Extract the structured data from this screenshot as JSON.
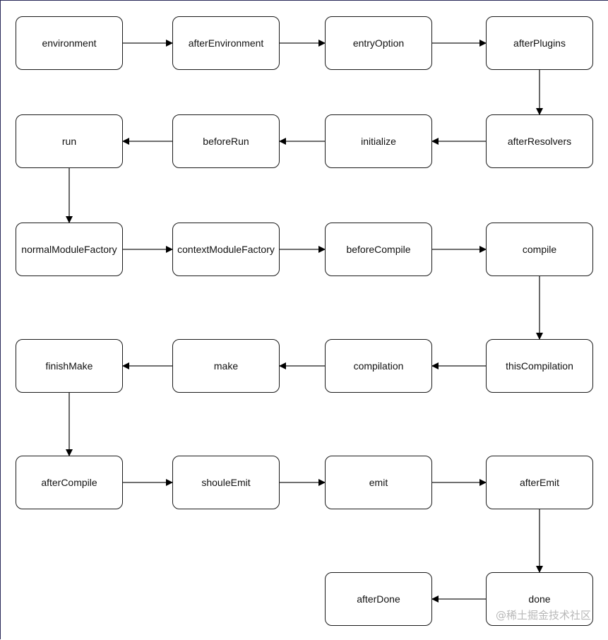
{
  "nodes": [
    {
      "id": "environment",
      "label": "environment"
    },
    {
      "id": "afterEnvironment",
      "label": "afterEnvironment"
    },
    {
      "id": "entryOption",
      "label": "entryOption"
    },
    {
      "id": "afterPlugins",
      "label": "afterPlugins"
    },
    {
      "id": "afterResolvers",
      "label": "afterResolvers"
    },
    {
      "id": "initialize",
      "label": "initialize"
    },
    {
      "id": "beforeRun",
      "label": "beforeRun"
    },
    {
      "id": "run",
      "label": "run"
    },
    {
      "id": "normalModuleFactory",
      "label": "normalModuleFactory"
    },
    {
      "id": "contextModuleFactory",
      "label": "contextModuleFactory"
    },
    {
      "id": "beforeCompile",
      "label": "beforeCompile"
    },
    {
      "id": "compile",
      "label": "compile"
    },
    {
      "id": "thisCompilation",
      "label": "thisCompilation"
    },
    {
      "id": "compilation",
      "label": "compilation"
    },
    {
      "id": "make",
      "label": "make"
    },
    {
      "id": "finishMake",
      "label": "finishMake"
    },
    {
      "id": "afterCompile",
      "label": "afterCompile"
    },
    {
      "id": "shouleEmit",
      "label": "shouleEmit"
    },
    {
      "id": "emit",
      "label": "emit"
    },
    {
      "id": "afterEmit",
      "label": "afterEmit"
    },
    {
      "id": "done",
      "label": "done"
    },
    {
      "id": "afterDone",
      "label": "afterDone"
    }
  ],
  "edges": [
    [
      "environment",
      "afterEnvironment"
    ],
    [
      "afterEnvironment",
      "entryOption"
    ],
    [
      "entryOption",
      "afterPlugins"
    ],
    [
      "afterPlugins",
      "afterResolvers"
    ],
    [
      "afterResolvers",
      "initialize"
    ],
    [
      "initialize",
      "beforeRun"
    ],
    [
      "beforeRun",
      "run"
    ],
    [
      "run",
      "normalModuleFactory"
    ],
    [
      "normalModuleFactory",
      "contextModuleFactory"
    ],
    [
      "contextModuleFactory",
      "beforeCompile"
    ],
    [
      "beforeCompile",
      "compile"
    ],
    [
      "compile",
      "thisCompilation"
    ],
    [
      "thisCompilation",
      "compilation"
    ],
    [
      "compilation",
      "make"
    ],
    [
      "make",
      "finishMake"
    ],
    [
      "finishMake",
      "afterCompile"
    ],
    [
      "afterCompile",
      "shouleEmit"
    ],
    [
      "shouleEmit",
      "emit"
    ],
    [
      "emit",
      "afterEmit"
    ],
    [
      "afterEmit",
      "done"
    ],
    [
      "done",
      "afterDone"
    ]
  ],
  "watermark": "@稀土掘金技术社区",
  "colors": {
    "stroke": "#1a1a1a",
    "background": "#ffffff",
    "watermark": "#b8b8b8"
  }
}
